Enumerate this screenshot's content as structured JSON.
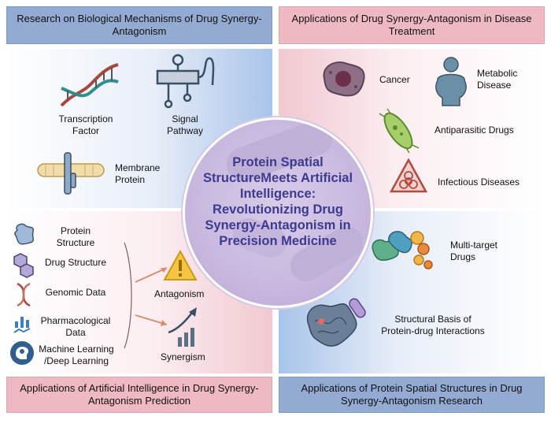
{
  "banners": {
    "top_left": "Research on Biological Mechanisms of Drug Synergy-Antagonism",
    "top_right": "Applications of Drug Synergy-Antagonism in Disease Treatment",
    "bottom_left": "Applications of Artificial Intelligence in Drug Synergy-Antagonism Prediction",
    "bottom_right": "Applications of Protein Spatial Structures in Drug Synergy-Antagonism Research"
  },
  "center": {
    "title": "Protein Spatial StructureMeets Artificial Intelligence: Revolutionizing Drug Synergy-Antagonism in Precision Medicine"
  },
  "top_left": {
    "transcription_factor": "Transcription Factor",
    "signal_pathway": "Signal Pathway",
    "membrane_protein": "Membrane Protein"
  },
  "top_right": {
    "cancer": "Cancer",
    "metabolic_disease": "Metabolic Disease",
    "antiparasitic": "Antiparasitic Drugs",
    "infectious": "Infectious Diseases"
  },
  "bottom_left": {
    "protein_structure": "Protein Structure",
    "drug_structure": "Drug Structure",
    "genomic_data": "Genomic Data",
    "pharmacological_data": "Pharmacological Data",
    "ml_dl": "Machine Learning /Deep Learning",
    "antagonism": "Antagonism",
    "synergism": "Synergism"
  },
  "bottom_right": {
    "multi_target": "Multi-target Drugs",
    "structural_basis": "Structural Basis of Protein-drug Interactions"
  },
  "icons": [
    "dna-icon",
    "signal-pathway-icon",
    "membrane-protein-icon",
    "cancer-cell-icon",
    "obese-person-icon",
    "parasite-icon",
    "biohazard-icon",
    "protein-blob-icon",
    "hexagon-icon",
    "dna-small-icon",
    "data-chart-icon",
    "brain-head-icon",
    "warning-icon",
    "trend-up-icon",
    "protein-complex-icon",
    "protein-drug-icon"
  ]
}
